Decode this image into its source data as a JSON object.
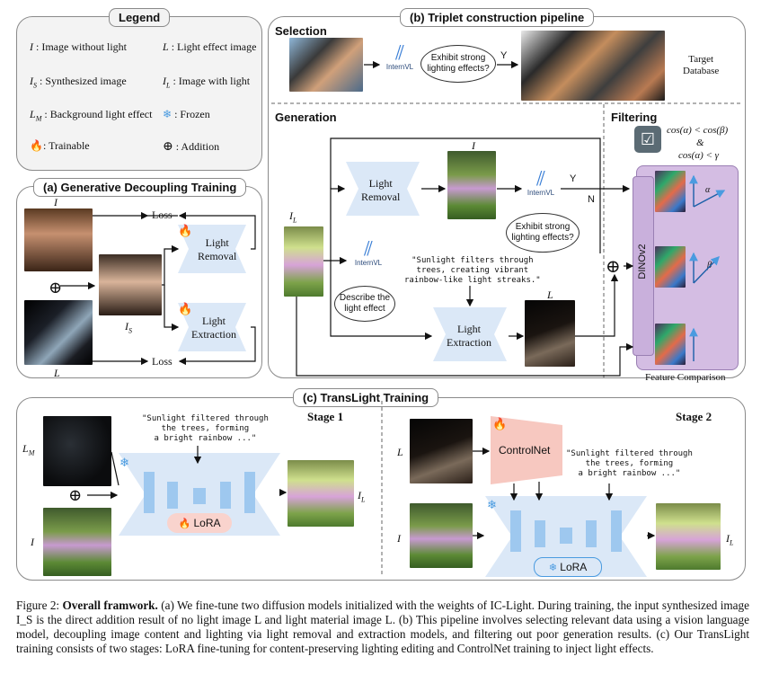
{
  "legend": {
    "title": "Legend",
    "items": [
      {
        "sym": "I",
        "text": ": Image without light"
      },
      {
        "sym": "L",
        "text": ": Light effect image"
      },
      {
        "sym": "I",
        "sub": "S",
        "text": ": Synthesized image"
      },
      {
        "sym": "I",
        "sub": "L",
        "text": ": Image with light"
      },
      {
        "sym": "L",
        "sub": "M",
        "text": ": Background light effect"
      },
      {
        "sym": "❄",
        "text": ": Frozen"
      },
      {
        "sym": "🔥",
        "text": ": Trainable"
      },
      {
        "sym": "⊕",
        "text": ": Addition"
      }
    ]
  },
  "panel_a": {
    "title": "(a) Generative Decoupling Training",
    "label_I": "I",
    "label_IS": "I",
    "label_IS_sub": "S",
    "label_L": "L",
    "loss_top": "Loss",
    "loss_bottom": "Loss",
    "light_removal": [
      "Light",
      "Removal"
    ],
    "light_extraction": [
      "Light",
      "Extraction"
    ]
  },
  "panel_b": {
    "title": "(b) Triplet construction pipeline",
    "selection": "Selection",
    "generation": "Generation",
    "filtering": "Filtering",
    "internvl": "InternVL",
    "q1": "Exhibit strong lighting effects?",
    "q2": "Exhibit strong lighting effects?",
    "q3": "Describe the light effect",
    "y1": "Y",
    "y2": "Y",
    "n": "N",
    "target_db": [
      "Target",
      "Database"
    ],
    "label_IL": "I",
    "label_IL_sub": "L",
    "label_I": "I",
    "label_L": "L",
    "light_removal": [
      "Light",
      "Removal"
    ],
    "light_extraction": [
      "Light",
      "Extraction"
    ],
    "prompt": [
      "\"Sunlight filters through",
      "trees, creating vibrant",
      "rainbow-like light streaks.\""
    ],
    "cond1": "cos(α) < cos(β)",
    "cond_and": "&",
    "cond2": "cos(α) < γ",
    "dinov2": "DINOv2",
    "alpha": "α",
    "beta": "β",
    "feature_comparison": "Feature Comparison"
  },
  "panel_c": {
    "title": "(c) TransLight Training",
    "stage1": "Stage 1",
    "stage2": "Stage 2",
    "prompt1": [
      "\"Sunlight filtered through",
      "the trees, forming",
      "a bright rainbow ...\""
    ],
    "prompt2": [
      "\"Sunlight filtered through",
      "the trees, forming",
      "a bright rainbow ...\""
    ],
    "label_LM": "L",
    "label_LM_sub": "M",
    "label_I1": "I",
    "label_IL1": "I",
    "label_IL1_sub": "L",
    "label_L2": "L",
    "label_I2": "I",
    "label_IL2": "I",
    "label_IL2_sub": "L",
    "lora1": "LoRA",
    "lora2": "LoRA",
    "controlnet": "ControlNet"
  },
  "caption": {
    "prefix": "Figure 2: ",
    "bold": "Overall framwork.",
    "text": " (a) We fine-tune two diffusion models initialized with the weights of IC-Light. During training, the input synthesized image I_S is the direct addition result of no light image L and light material image L. (b) This pipeline involves selecting relevant data using a vision language model, decoupling image content and lighting via light removal and extraction models, and filtering out poor generation results. (c) Our TransLight training consists of two stages: LoRA fine-tuning for content-preserving lighting editing and ControlNet training to inject light effects."
  },
  "colors": {
    "blue_box": "#dbe8f7",
    "blue_bar": "#9ec8ef",
    "purple": "#d4bde3",
    "controlnet": "#f7c8c0",
    "lora": "#f9d3cd",
    "fire": "#f0701e",
    "frozen": "#4a9be0"
  }
}
